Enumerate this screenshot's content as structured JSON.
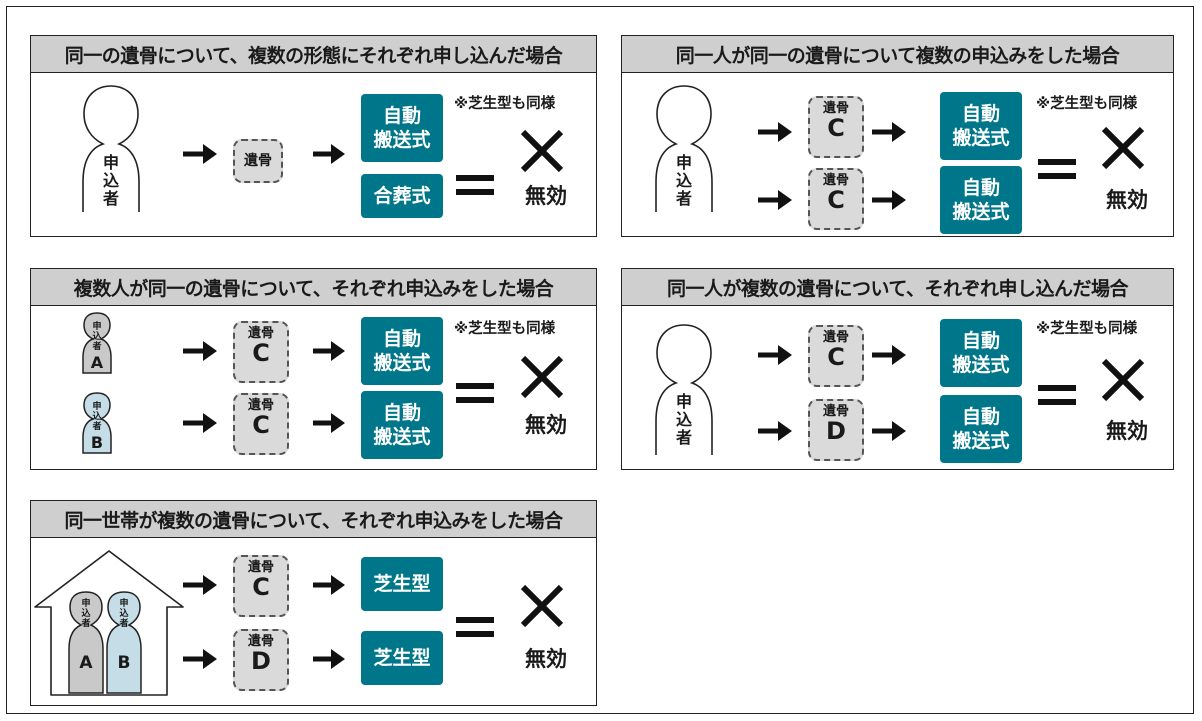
{
  "panels": [
    {
      "title": "同一の遺骨について、複数の形態にそれぞれ申し込んだ場合",
      "applicant_label": "申込者",
      "bone_label": "遺骨",
      "methods": [
        "自動\n搬送式",
        "合葬式"
      ],
      "note": "※芝生型も同様",
      "result": "無効"
    },
    {
      "title": "同一人が同一の遺骨について複数の申込みをした場合",
      "applicant_label": "申込者",
      "bones": [
        {
          "label": "遺骨",
          "letter": "C"
        },
        {
          "label": "遺骨",
          "letter": "C"
        }
      ],
      "methods": [
        "自動\n搬送式",
        "自動\n搬送式"
      ],
      "note": "※芝生型も同様",
      "result": "無効"
    },
    {
      "title": "複数人が同一の遺骨について、それぞれ申込みをした場合",
      "applicants": [
        {
          "label": "申込者",
          "letter": "A",
          "color": "#c9c9c9"
        },
        {
          "label": "申込者",
          "letter": "B",
          "color": "#c4dde6"
        }
      ],
      "bones": [
        {
          "label": "遺骨",
          "letter": "C"
        },
        {
          "label": "遺骨",
          "letter": "C"
        }
      ],
      "methods": [
        "自動\n搬送式",
        "自動\n搬送式"
      ],
      "note": "※芝生型も同様",
      "result": "無効"
    },
    {
      "title": "同一人が複数の遺骨について、それぞれ申し込んだ場合",
      "applicant_label": "申込者",
      "bones": [
        {
          "label": "遺骨",
          "letter": "C"
        },
        {
          "label": "遺骨",
          "letter": "D"
        }
      ],
      "methods": [
        "自動\n搬送式",
        "自動\n搬送式"
      ],
      "note": "※芝生型も同様",
      "result": "無効"
    },
    {
      "title": "同一世帯が複数の遺骨について、それぞれ申込みをした場合",
      "applicants": [
        {
          "label": "申込者",
          "letter": "A",
          "color": "#c9c9c9"
        },
        {
          "label": "申込者",
          "letter": "B",
          "color": "#c4dde6"
        }
      ],
      "bones": [
        {
          "label": "遺骨",
          "letter": "C"
        },
        {
          "label": "遺骨",
          "letter": "D"
        }
      ],
      "methods": [
        "芝生型",
        "芝生型"
      ],
      "result": "無効"
    }
  ],
  "colors": {
    "method_box": "#00768a",
    "title_bar": "#cfcfcf",
    "bone_fill": "#dadada",
    "applicant_a": "#c9c9c9",
    "applicant_b": "#c4dde6"
  },
  "icons": [
    "arrow-right-icon",
    "equals-icon",
    "cross-icon",
    "person-icon",
    "house-icon"
  ]
}
